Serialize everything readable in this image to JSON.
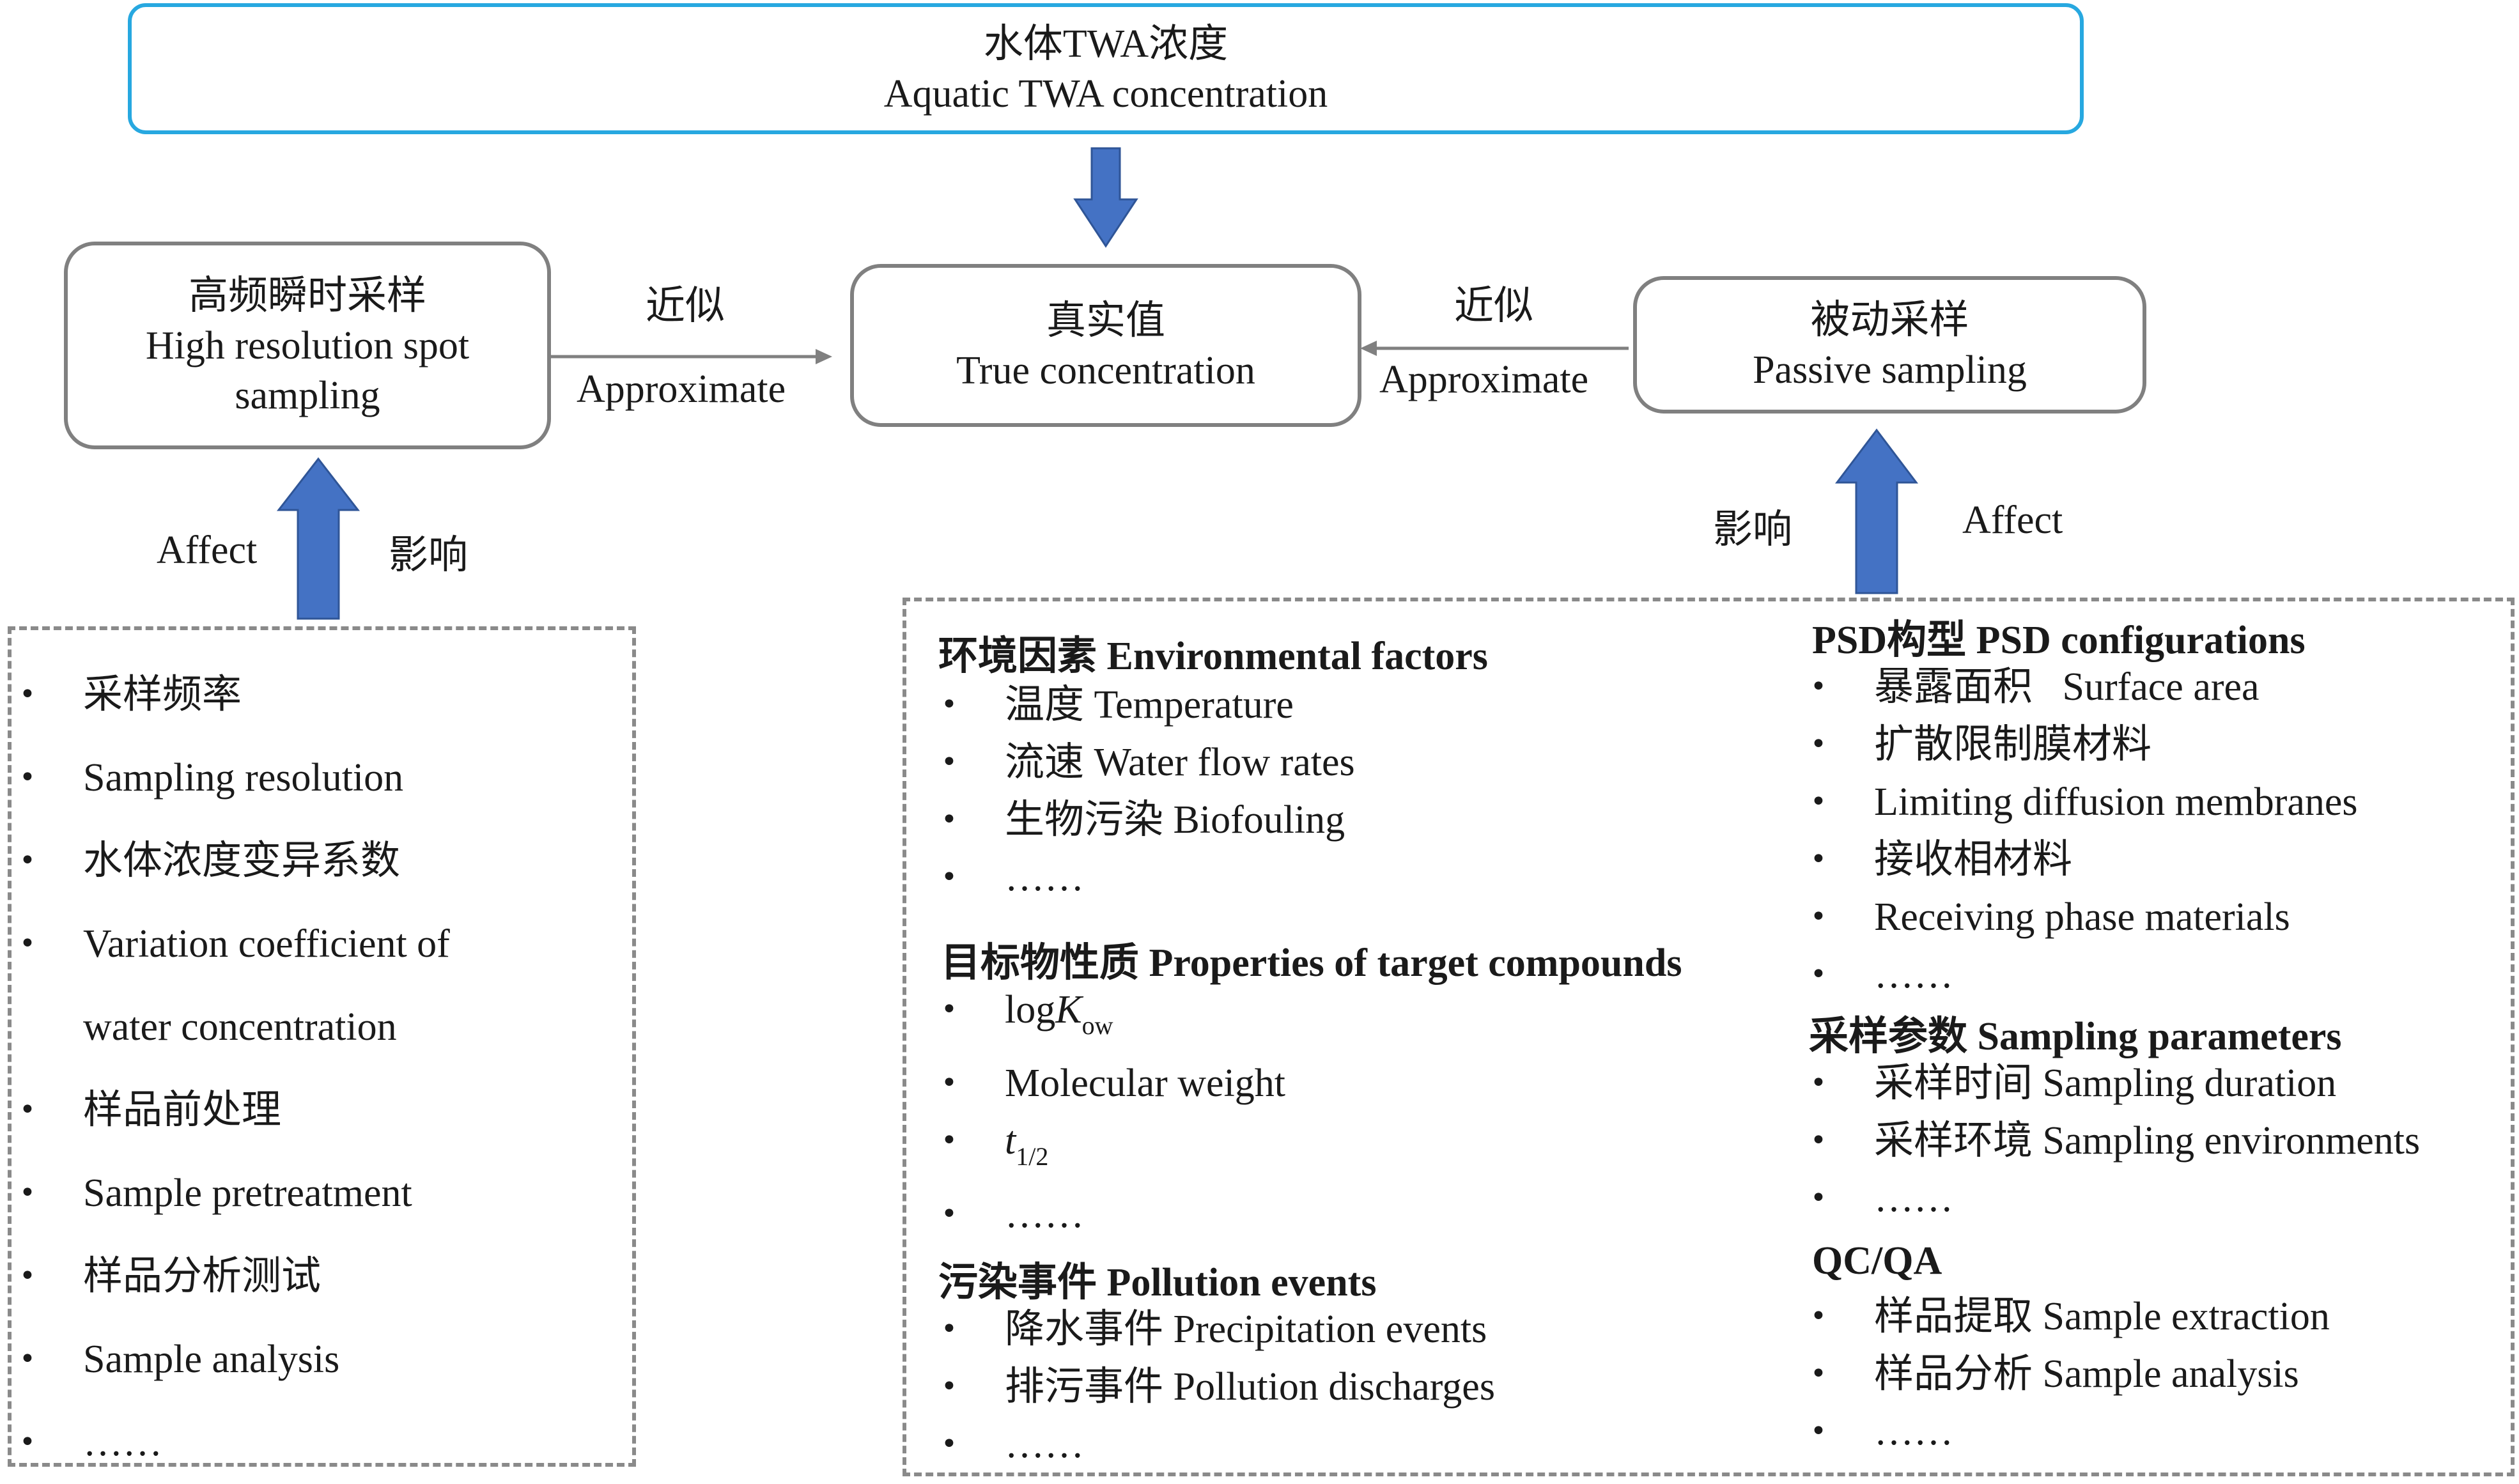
{
  "top": {
    "zh": "水体TWA浓度",
    "en": "Aquatic TWA concentration"
  },
  "center": {
    "zh": "真实值",
    "en": "True concentration"
  },
  "left_box": {
    "zh": "高频瞬时采样",
    "en1": "High resolution spot",
    "en2": "sampling"
  },
  "right_box": {
    "zh": "被动采样",
    "en": "Passive sampling"
  },
  "approx_left": {
    "zh": "近似",
    "en": "Approximate"
  },
  "approx_right": {
    "zh": "近似",
    "en": "Approximate"
  },
  "affect_left": {
    "en": "Affect",
    "zh": "影响"
  },
  "affect_right": {
    "zh": "影响",
    "en": "Affect"
  },
  "left_list": [
    "采样频率",
    "Sampling resolution",
    "水体浓度变异系数",
    "Variation coefficient of",
    "water concentration",
    "样品前处理",
    "Sample pretreatment",
    "样品分析测试",
    "Sample analysis",
    "……"
  ],
  "env": {
    "heading": "环境因素 Environmental factors",
    "items": [
      "温度 Temperature",
      "流速 Water flow rates",
      "生物污染 Biofouling",
      "……"
    ]
  },
  "props": {
    "heading": "目标物性质 Properties of target compounds",
    "logk_main": "log",
    "logk_k": "K",
    "logk_sub": "ow",
    "items": [
      "Molecular weight"
    ],
    "t_main": "t",
    "t_sub": "1/2",
    "dots": "……"
  },
  "pollution": {
    "heading": "污染事件 Pollution events",
    "items": [
      "降水事件 Precipitation events",
      "排污事件 Pollution discharges",
      "……"
    ]
  },
  "psd": {
    "heading": "PSD构型 PSD configurations",
    "items": [
      "暴露面积   Surface area",
      "扩散限制膜材料",
      "Limiting diffusion membranes",
      "接收相材料",
      "Receiving phase materials",
      "……"
    ]
  },
  "sampling_params": {
    "heading": "采样参数 Sampling parameters",
    "items": [
      "采样时间 Sampling duration",
      "采样环境 Sampling environments",
      "……"
    ]
  },
  "qcqa": {
    "heading": "QC/QA",
    "items": [
      "样品提取 Sample extraction",
      "样品分析 Sample analysis",
      "……"
    ]
  },
  "colors": {
    "arrow_blue": "#4472c4",
    "top_border": "#27a8e0",
    "box_border": "#808080"
  }
}
